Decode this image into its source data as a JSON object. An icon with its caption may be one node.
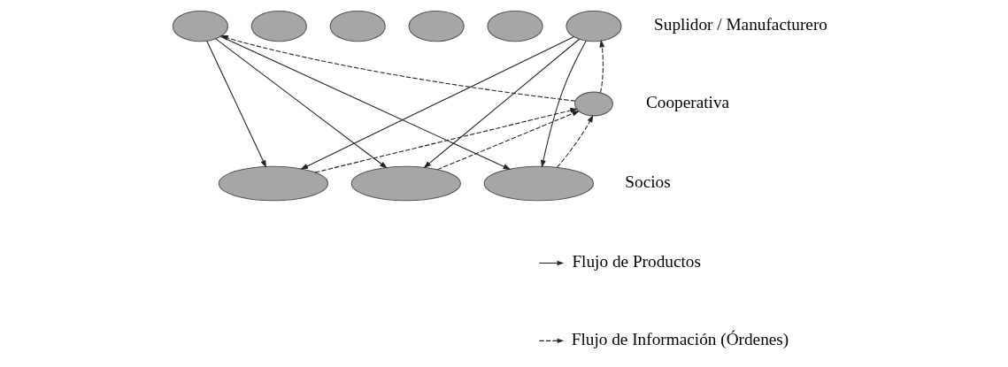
{
  "diagram": {
    "nodes": [
      {
        "text": [],
        "shape": "ellipse"
      },
      {
        "text": [],
        "shape": "ellipse"
      },
      {
        "text": [],
        "shape": "ellipse"
      },
      {
        "text": [],
        "shape": "ellipse"
      },
      {
        "text": [],
        "shape": "ellipse"
      },
      {
        "text": [],
        "shape": "ellipse"
      },
      {
        "text": [],
        "shape": "ellipse",
        "beside": [
          "Cooperativa"
        ]
      },
      {
        "text": [],
        "shape": "ellipse"
      },
      {
        "text": [],
        "shape": "ellipse"
      },
      {
        "text": [],
        "shape": "ellipse"
      }
    ],
    "edges": [
      {
        "from": 0,
        "to": 7,
        "arrow": "to"
      },
      {
        "from": 0,
        "to": 8,
        "arrow": "to"
      },
      {
        "from": 0,
        "to": 9,
        "arrow": "to"
      },
      {
        "from": 5,
        "to": 7,
        "arrow": "to"
      },
      {
        "from": 5,
        "to": 8,
        "arrow": "to"
      },
      {
        "from": 5,
        "to": 9,
        "arrow": "to"
      },
      {
        "from": 6,
        "to": 0,
        "arrow": "to",
        "style": "dashed"
      },
      {
        "from": 7,
        "to": 6,
        "arrow": "to",
        "style": "dashed"
      },
      {
        "from": 8,
        "to": 6,
        "arrow": "to",
        "style": "dashed"
      },
      {
        "from": 9,
        "to": 6,
        "arrow": "to",
        "style": "dashed"
      },
      {
        "from": 6,
        "to": 5,
        "arrow": "to",
        "style": "dashed"
      }
    ],
    "labels": [
      "Suplidor / Manufacturero",
      "Socios"
    ],
    "legend": [
      {
        "text": "Flujo de Productos"
      },
      {
        "text": "Flujo de Información (Órdenes)"
      }
    ]
  }
}
